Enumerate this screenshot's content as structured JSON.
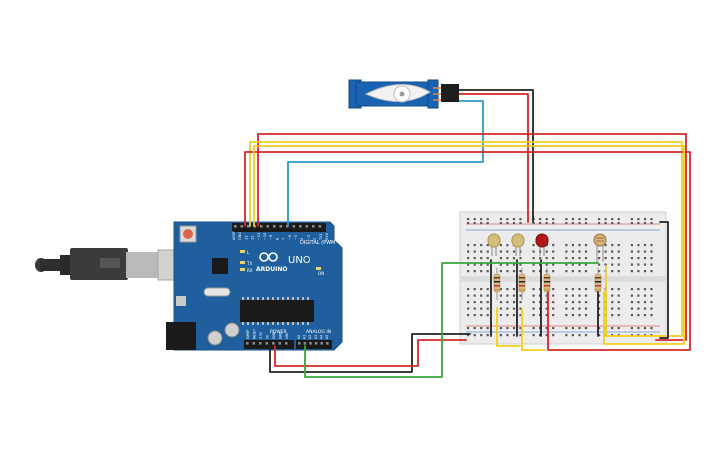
{
  "board": {
    "brand": "ARDUINO",
    "model": "UNO",
    "digital_label": "DIGITAL (PWM~)",
    "power_label": "POWER",
    "analog_label": "ANALOG IN",
    "pin_labels_top": [
      "AREF",
      "GND",
      "13",
      "12",
      "~11",
      "~10",
      "~9",
      "8",
      "7",
      "~6",
      "~5",
      "4",
      "~3",
      "2",
      "TX1",
      "RX0"
    ],
    "pin_labels_power": [
      "IOREF",
      "RESET",
      "3.3V",
      "5V",
      "GND",
      "GND",
      "VIN"
    ],
    "pin_labels_analog": [
      "A0",
      "A1",
      "A2",
      "A3",
      "A4",
      "A5"
    ],
    "led_labels": [
      "L",
      "TX",
      "RX",
      "ON"
    ]
  },
  "components": {
    "leds": [
      {
        "name": "yellow-led-1",
        "color": "#d4c07a"
      },
      {
        "name": "yellow-led-2",
        "color": "#d4c07a"
      },
      {
        "name": "red-led",
        "color": "#b01818"
      }
    ]
  },
  "colors": {
    "red_wire": "#d62728",
    "black_wire": "#222222",
    "yellow_wire": "#f2cf1e",
    "blue_wire": "#2e98c9",
    "green_wire": "#3aa63a",
    "board": "#1f5f9e",
    "servo": "#1a63b3"
  }
}
